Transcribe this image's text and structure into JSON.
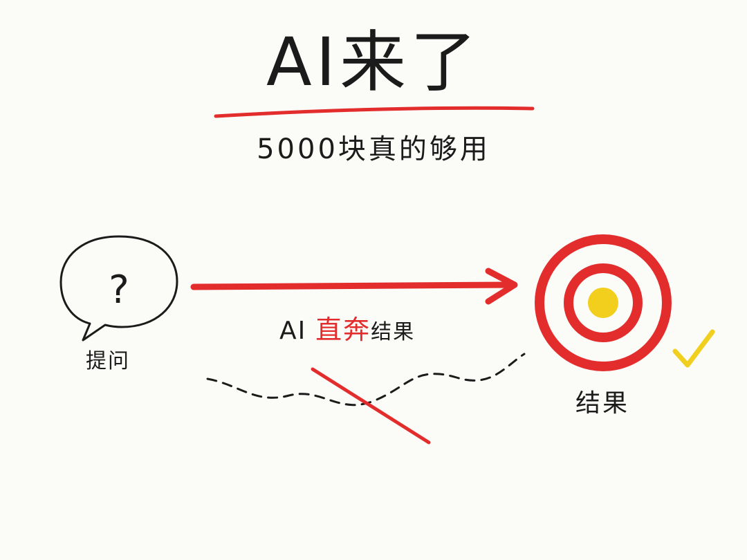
{
  "title": "AI来了",
  "subtitle": "5000块真的够用",
  "ask": {
    "symbol": "?",
    "label": "提问"
  },
  "arrow": {
    "prefix": "AI",
    "highlight": "直奔",
    "suffix": "结果"
  },
  "result": {
    "label": "结果"
  },
  "colors": {
    "ink": "#1b1b1b",
    "accent_red": "#e32d2d",
    "target_yellow": "#f2cf1c",
    "check_yellow": "#f1cf1e"
  },
  "icons": {
    "ask": "speech-bubble-question-icon",
    "target": "target-icon",
    "check": "checkmark-icon"
  }
}
